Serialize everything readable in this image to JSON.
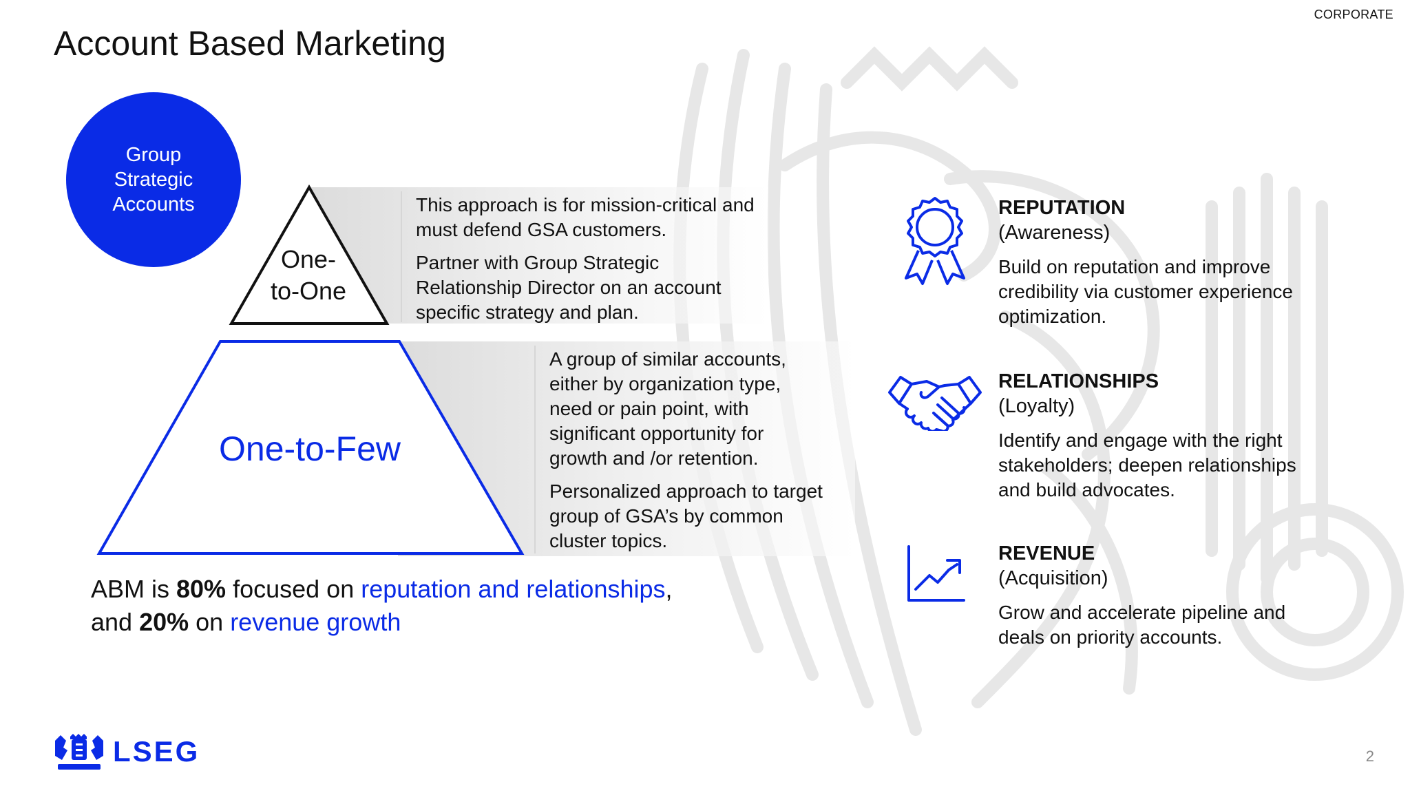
{
  "header": {
    "classification": "CORPORATE",
    "title": "Account Based Marketing"
  },
  "gsa_circle": {
    "label": "Group\nStrategic\nAccounts"
  },
  "tiers": [
    {
      "label": "One-\nto-One",
      "paragraphs": [
        "This approach is for mission-critical and must defend GSA customers.",
        "Partner with Group Strategic Relationship Director on an account specific strategy and plan."
      ]
    },
    {
      "label": "One-to-Few",
      "paragraphs": [
        "A group of similar accounts, either by organization type, need or pain point, with significant opportunity for growth and /or retention.",
        "Personalized approach to target group of GSA’s by common cluster topics."
      ]
    }
  ],
  "summary": {
    "line1_prefix": "ABM is ",
    "line1_pct": "80%",
    "line1_mid": " focused on ",
    "line1_highlight": "reputation and relationships",
    "line1_suffix": ",",
    "line2_prefix": "and ",
    "line2_pct": "20%",
    "line2_mid": " on ",
    "line2_highlight": "revenue growth"
  },
  "pillars": [
    {
      "icon": "award-ribbon-icon",
      "title": "REPUTATION",
      "subtitle": "(Awareness)",
      "description": "Build on reputation and improve credibility via customer experience optimization."
    },
    {
      "icon": "handshake-icon",
      "title": "RELATIONSHIPS",
      "subtitle": "(Loyalty)",
      "description": "Identify and engage with the right stakeholders; deepen relationships and build advocates."
    },
    {
      "icon": "growth-chart-icon",
      "title": "REVENUE",
      "subtitle": "(Acquisition)",
      "description": "Grow and accelerate pipeline and deals on priority accounts."
    }
  ],
  "footer": {
    "logo_text": "LSEG",
    "page_number": "2"
  },
  "colors": {
    "brand_blue": "#0a2be6",
    "text": "#111111",
    "band_grey": "#dcdcdc"
  }
}
